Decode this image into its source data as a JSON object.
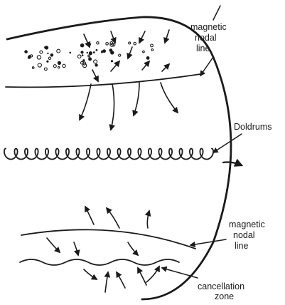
{
  "labels": {
    "nodal_top": [
      "magnetic",
      "nodal",
      "line"
    ],
    "doldrums": "Doldrums",
    "nodal_bottom": [
      "magnetic",
      "nodal",
      "line"
    ],
    "cancellation": [
      "cancellation",
      "zone"
    ]
  },
  "colors": {
    "ink": "#1a1a1a",
    "background": "#ffffff"
  }
}
